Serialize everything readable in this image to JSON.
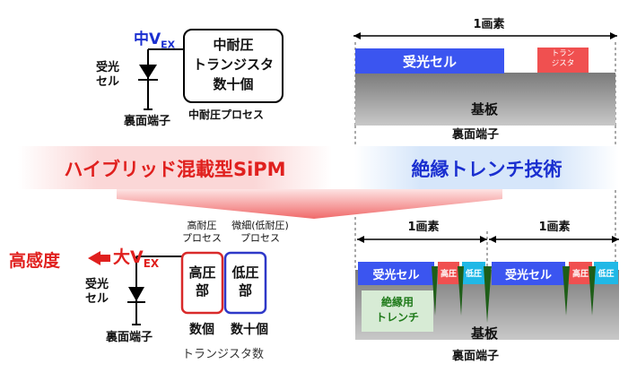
{
  "top_left": {
    "vlabel_prefix": "中V",
    "vlabel_sub": "EX",
    "photodiode_label": "受光\nセル",
    "box_text": "中耐圧\nトランジスタ\n数十個",
    "back_terminal": "裏面端子",
    "process": "中耐圧プロセス"
  },
  "top_right": {
    "pixel_label": "1画素",
    "cell_label": "受光セル",
    "transistor_label": "トラン\nジスタ",
    "substrate_label": "基板",
    "back_terminal": "裏面端子"
  },
  "banners": {
    "left": "ハイブリッド混載型SiPM",
    "right": "絶縁トレンチ技術"
  },
  "bottom_left": {
    "high_sens": "高感度",
    "arrow_glyph": "⬅",
    "vlabel_prefix": "大V",
    "vlabel_sub": "EX",
    "hv_process": "高耐圧\nプロセス",
    "lv_process": "微細(低耐圧)\nプロセス",
    "photodiode_label": "受光\nセル",
    "hv_box": "高圧\n部",
    "lv_box": "低圧\n部",
    "hv_count": "数個",
    "lv_count": "数十個",
    "back_terminal": "裏面端子",
    "transistor_count": "トランジスタ数"
  },
  "bottom_right": {
    "pixel_label_1": "1画素",
    "pixel_label_2": "1画素",
    "cell_label_1": "受光セル",
    "cell_label_2": "受光セル",
    "hv_1": "高圧",
    "lv_1": "低圧",
    "hv_2": "高圧",
    "lv_2": "低圧",
    "trench_label": "絶縁用\nトレンチ",
    "substrate_label": "基板",
    "back_terminal": "裏面端子"
  },
  "colors": {
    "blue_vlabel": "#1a2fd0",
    "red_accent": "#e0201e",
    "cell_blue": "#3b55f0",
    "transistor_red": "#f05050",
    "lv_cyan": "#20b8e6",
    "trench_green": "#1e5e18",
    "trench_text": "#1f7a1a",
    "hv_border": "#d92a2a",
    "lv_border": "#2e38c8"
  }
}
